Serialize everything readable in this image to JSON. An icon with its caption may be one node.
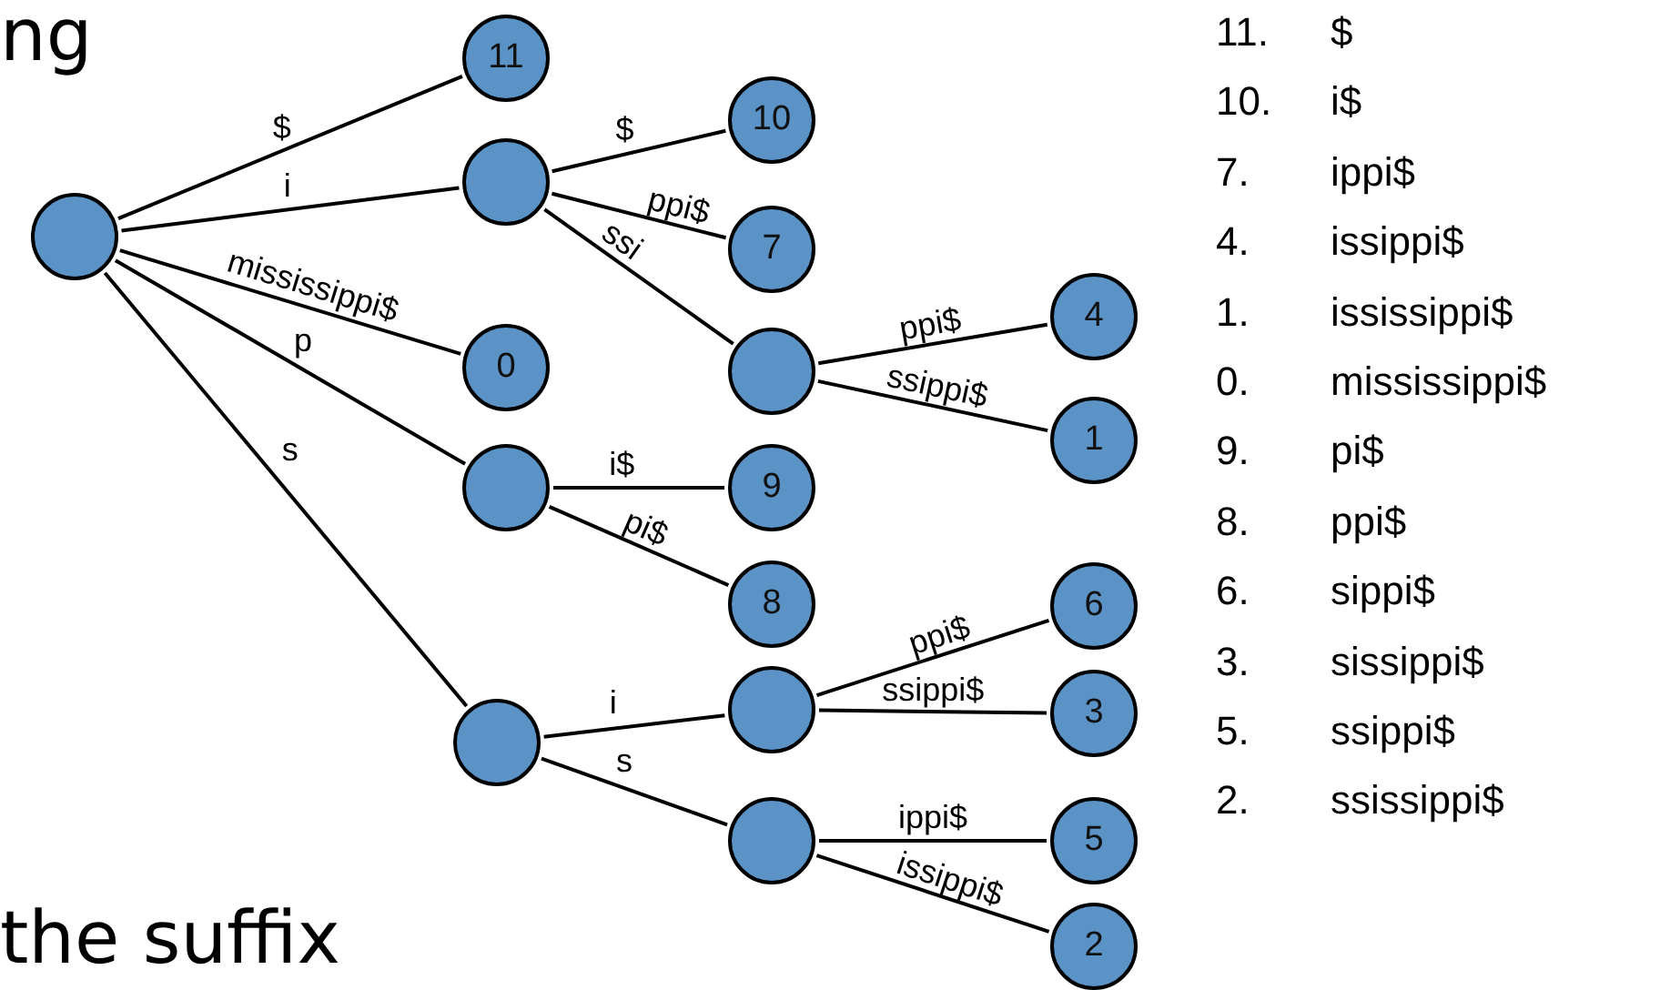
{
  "diagram": {
    "nodes": [
      {
        "text": [],
        "shape": "circle"
      },
      {
        "text": [
          "11"
        ]
      },
      {
        "text": [],
        "shape": "circle"
      },
      {
        "text": [
          "10"
        ]
      },
      {
        "text": [
          "7"
        ]
      },
      {
        "text": [],
        "shape": "circle"
      },
      {
        "text": [
          "0"
        ]
      },
      {
        "text": [],
        "shape": "circle"
      },
      {
        "text": [
          "4"
        ]
      },
      {
        "text": [
          "1"
        ]
      },
      {
        "text": [
          "9"
        ]
      },
      {
        "text": [
          "8"
        ]
      },
      {
        "text": [],
        "shape": "circle"
      },
      {
        "text": [
          "6"
        ]
      },
      {
        "text": [],
        "shape": "circle"
      },
      {
        "text": [
          "3"
        ]
      },
      {
        "text": [],
        "shape": "circle"
      },
      {
        "text": [
          "5"
        ]
      },
      {
        "text": [
          "2"
        ]
      }
    ],
    "edges": [
      {
        "from": 0,
        "to": 1,
        "arrow": "none",
        "label": "$"
      },
      {
        "from": 0,
        "to": 2,
        "arrow": "none",
        "label": "i"
      },
      {
        "from": 0,
        "to": 6,
        "arrow": "none",
        "label": "mississippi$"
      },
      {
        "from": 0,
        "to": 7,
        "arrow": "none",
        "label": "p"
      },
      {
        "from": 0,
        "to": 12,
        "arrow": "none",
        "label": "s"
      },
      {
        "from": 2,
        "to": 3,
        "arrow": "none",
        "label": "$"
      },
      {
        "from": 2,
        "to": 4,
        "arrow": "none",
        "label": "ppi$"
      },
      {
        "from": 2,
        "to": 5,
        "arrow": "none",
        "label": "ssi"
      },
      {
        "from": 5,
        "to": 8,
        "arrow": "none",
        "label": "ppi$"
      },
      {
        "from": 5,
        "to": 9,
        "arrow": "none",
        "label": "ssippi$"
      },
      {
        "from": 7,
        "to": 10,
        "arrow": "none",
        "label": "i$"
      },
      {
        "from": 7,
        "to": 11,
        "arrow": "none",
        "label": "pi$"
      },
      {
        "from": 12,
        "to": 14,
        "arrow": "none",
        "label": "i"
      },
      {
        "from": 12,
        "to": 16,
        "arrow": "none",
        "label": "s"
      },
      {
        "from": 14,
        "to": 13,
        "arrow": "none",
        "label": "ppi$"
      },
      {
        "from": 14,
        "to": 15,
        "arrow": "none",
        "label": "ssippi$"
      },
      {
        "from": 16,
        "to": 17,
        "arrow": "none",
        "label": "ippi$"
      },
      {
        "from": 16,
        "to": 18,
        "arrow": "none",
        "label": "issippi$"
      }
    ],
    "labels": [
      "ng",
      "11.",
      "$",
      "10.",
      "i$",
      "7.",
      "ippi$",
      "4.",
      "issippi$",
      "1.",
      "ississippi$",
      "0.",
      "mississippi$",
      "9.",
      "pi$",
      "8.",
      "ppi$",
      "6.",
      "sippi$",
      "3.",
      "sissippi$",
      "5.",
      "ssippi$",
      "2.",
      "ssissippi$",
      "the suffix"
    ]
  }
}
